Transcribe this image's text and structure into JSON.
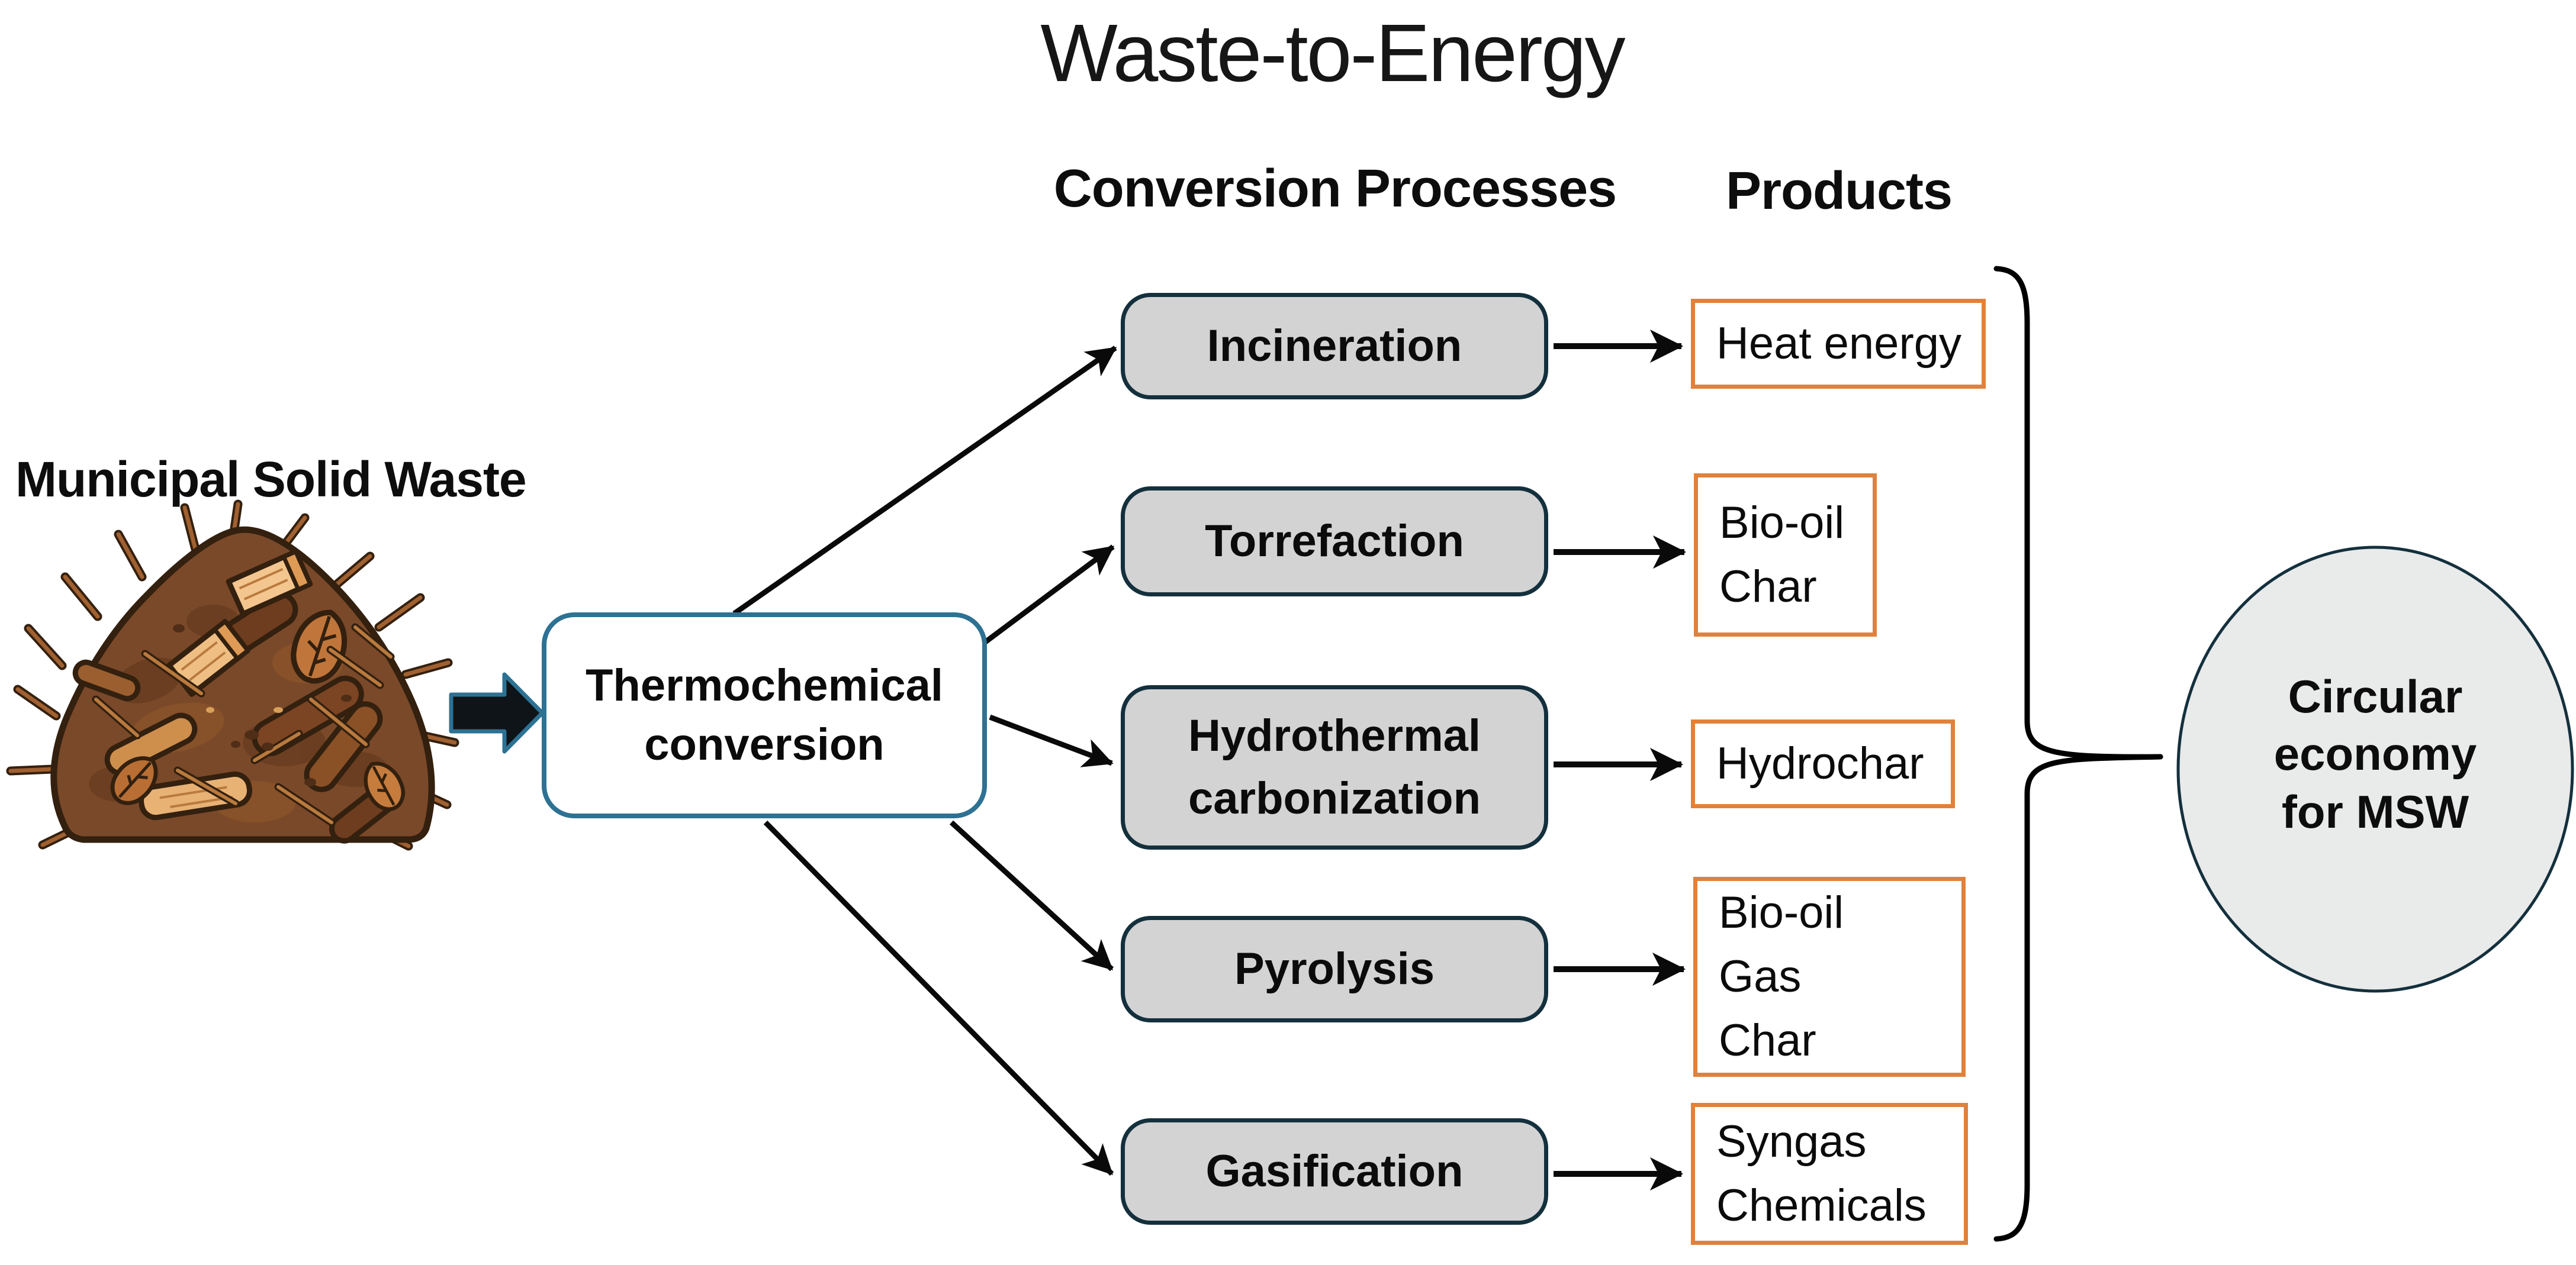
{
  "title": "Waste-to-Energy",
  "headers": {
    "processes": "Conversion Processes",
    "products": "Products"
  },
  "input": {
    "label": "Municipal Solid Waste"
  },
  "converter": {
    "lines": [
      "Thermochemical",
      "conversion"
    ]
  },
  "processes": {
    "items": [
      {
        "label": "Incineration"
      },
      {
        "label": "Torrefaction"
      },
      {
        "label": "Hydrothermal carbonization"
      },
      {
        "label": "Pyrolysis"
      },
      {
        "label": "Gasification"
      }
    ]
  },
  "products": {
    "items": [
      {
        "lines": [
          "Heat energy"
        ]
      },
      {
        "lines": [
          "Bio-oil",
          "Char"
        ]
      },
      {
        "lines": [
          "Hydrochar"
        ]
      },
      {
        "lines": [
          "Bio-oil",
          "Gas",
          "Char"
        ]
      },
      {
        "lines": [
          "Syngas",
          "Chemicals"
        ]
      }
    ]
  },
  "outcome": {
    "lines": [
      "Circular",
      "economy",
      "for MSW"
    ]
  },
  "colors": {
    "accent_teal": "#2D7193",
    "outline_navy": "#14303D",
    "process_fill": "#D3D3D4",
    "product_border": "#E0813C",
    "circle_fill": "#E9EAEA",
    "arrow_ink": "#0A0A0A"
  },
  "icons": {
    "waste_pile": "waste-pile-illustration",
    "block_arrow": "block-arrow-right-icon",
    "flow_arrow": "arrow-right-connector",
    "brace": "curly-brace-right"
  }
}
